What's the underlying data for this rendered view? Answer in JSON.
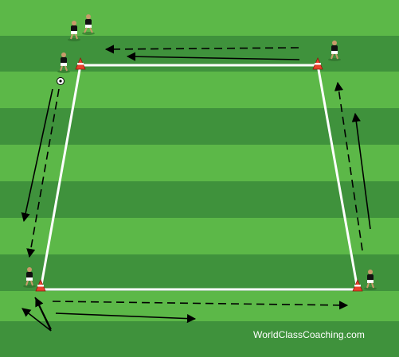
{
  "diagram": {
    "title": "",
    "colors": {
      "grass_light": "#5cb848",
      "grass_dark": "#3f923c",
      "lines": "#ffffff",
      "cone": "#e8412c",
      "arrow": "#000000",
      "player_shirt": "#111111",
      "player_shorts": "#ffffff"
    },
    "layout_words": {
      "grid_shape": "trapezoid",
      "corners": [
        "top-left",
        "top-right",
        "bottom-right",
        "bottom-left"
      ]
    },
    "elements": {
      "cones": [
        "cone-top-left",
        "cone-top-right",
        "cone-bottom-right",
        "cone-bottom-left"
      ],
      "player_groups": [
        {
          "corner": "top-left",
          "count": 3,
          "has_ball": true
        },
        {
          "corner": "top-right",
          "count": 1,
          "has_ball": false
        },
        {
          "corner": "bottom-right",
          "count": 1,
          "has_ball": false
        },
        {
          "corner": "bottom-left",
          "count": 1,
          "has_ball": false
        }
      ],
      "arrows": [
        {
          "name": "pass-top",
          "direction": "right-to-left",
          "style": "dashed"
        },
        {
          "name": "run-top",
          "direction": "right-to-left",
          "style": "solid"
        },
        {
          "name": "pass-left",
          "direction": "top-to-bottom",
          "style": "dashed"
        },
        {
          "name": "run-left",
          "direction": "top-to-bottom",
          "style": "solid"
        },
        {
          "name": "pass-bottom",
          "direction": "left-to-right",
          "style": "dashed"
        },
        {
          "name": "run-bottom",
          "direction": "left-to-right",
          "style": "solid"
        },
        {
          "name": "pass-right",
          "direction": "bottom-to-top",
          "style": "dashed"
        },
        {
          "name": "run-right",
          "direction": "bottom-to-top",
          "style": "solid"
        }
      ]
    },
    "watermark": "WorldClassCoaching.com"
  }
}
